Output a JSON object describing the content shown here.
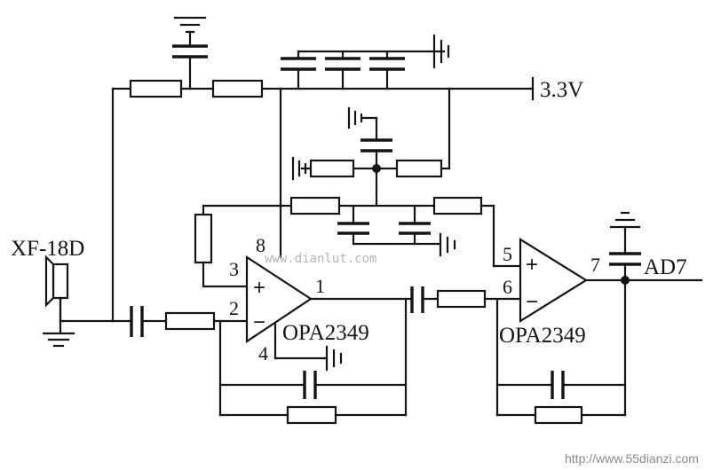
{
  "colors": {
    "ink": "#141414",
    "watermark": "#b4b4b4",
    "footer": "#8a8a8a"
  },
  "labels": {
    "supply": "3.3V",
    "mic": "XF-18D",
    "output": "AD7",
    "opamp1": "OPA2349",
    "opamp2": "OPA2349"
  },
  "pins": {
    "u1_pin8": "8",
    "u1_pin3": "3",
    "u1_pin2": "2",
    "u1_pin1": "1",
    "u1_pin4": "4",
    "u2_pin5": "5",
    "u2_pin6": "6",
    "u2_pin7": "7"
  },
  "signs": {
    "plus": "+",
    "minus": "−"
  },
  "watermark": {
    "text": "www.dianlut.com"
  },
  "footer": {
    "text": "http://www.55dianzi.com"
  }
}
